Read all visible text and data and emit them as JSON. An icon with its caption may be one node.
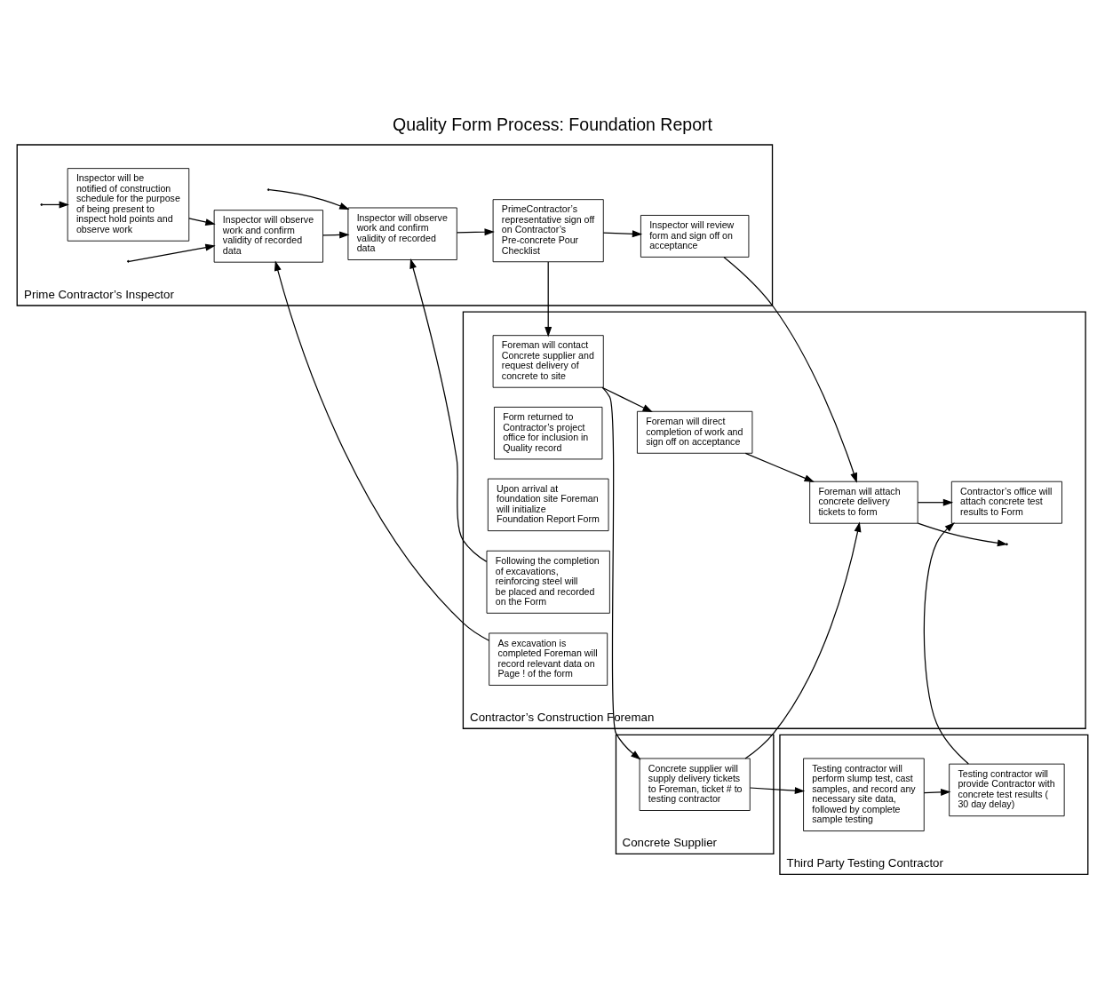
{
  "diagram": {
    "title": "Quality Form Process: Foundation Report",
    "nodes": [
      {
        "text": [
          "Third Party Testing Contractor"
        ]
      },
      {
        "text": [
          "Concrete Supplier"
        ]
      },
      {
        "text": [
          "Contractor’s Construction Foreman"
        ]
      },
      {
        "text": [
          "Prime Contractor’s Inspector"
        ]
      },
      {
        "text": [
          "Testing contractor will perform slump test, cast samples, and record any necessary site data, followed by complete sample testing"
        ],
        "in": 0
      },
      {
        "text": [
          "Testing contractor will provide Contractor with concrete test results ( 30 day delay)"
        ],
        "in": 0
      },
      {
        "text": [
          "Concrete supplier will supply delivery tickets to Foreman, ticket # to testing contractor"
        ],
        "in": 1
      },
      {
        "text": [
          "Foreman will contact Concrete supplier and request delivery of concrete to site"
        ],
        "in": 2
      },
      {
        "text": [
          "Contractor’s office will attach concrete test results to Form"
        ],
        "in": 2
      },
      {
        "text": [
          "Form returned to Contractor’s project office for inclusion in Quality record"
        ],
        "in": 2
      },
      {
        "text": [
          "Upon arrival at foundation site Foreman will initialize Foundation Report Form"
        ],
        "in": 2
      },
      {
        "text": [
          "As excavation is completed Foreman will record relevant data on Page ! of the form"
        ],
        "in": 2
      },
      {
        "text": [
          "Following the completion of excavations, reinforcing steel will be placed and recorded on the Form"
        ],
        "in": 2
      },
      {
        "text": [
          "Foreman will direct completion of work and sign off on acceptance"
        ],
        "in": 2
      },
      {
        "text": [
          "Foreman will attach concrete delivery tickets to form"
        ],
        "in": 2
      },
      {
        "text": [
          "Inspector will be notified of construction schedule for the purpose of being present to inspect hold points and observe work"
        ],
        "in": 3
      },
      {
        "text": [
          "Inspector will observe work and confirm validity of recorded data"
        ],
        "in": 3
      },
      {
        "text": [
          "Inspector will observe work and confirm validity of recorded data"
        ],
        "in": 3
      },
      {
        "text": [
          "PrimeContractor’s representative sign off on Contractor’s Pre-concrete Pour Checklist"
        ],
        "in": 3
      },
      {
        "text": [
          "Inspector will review form and sign off on acceptance"
        ],
        "in": 3
      }
    ],
    "edges": [
      {
        "from": 4,
        "to": 5,
        "arrow": "to"
      },
      {
        "from": 6,
        "to": 4,
        "arrow": "to"
      },
      {
        "from": 7,
        "to": 6,
        "arrow": "to"
      },
      {
        "from": 5,
        "to": 8,
        "arrow": "to"
      },
      {
        "from": 6,
        "to": 14,
        "arrow": "to"
      },
      {
        "from": 7,
        "to": 13,
        "arrow": "to"
      },
      {
        "from": 11,
        "to": 16,
        "arrow": "to"
      },
      {
        "from": 12,
        "to": 17,
        "arrow": "to"
      },
      {
        "from": null,
        "to": 15,
        "arrow": "to"
      },
      {
        "from": 15,
        "to": 16,
        "arrow": "to"
      },
      {
        "from": null,
        "to": 16,
        "arrow": "to"
      },
      {
        "from": 16,
        "to": 17,
        "arrow": "to"
      },
      {
        "from": null,
        "to": 17,
        "arrow": "to"
      },
      {
        "from": 17,
        "to": 18,
        "arrow": "to"
      },
      {
        "from": 18,
        "to": 19,
        "arrow": "to"
      },
      {
        "from": 18,
        "to": 7,
        "arrow": "to"
      },
      {
        "from": 13,
        "to": 14,
        "arrow": "to"
      },
      {
        "from": 19,
        "to": 14,
        "arrow": "to"
      },
      {
        "from": 14,
        "to": 8,
        "arrow": "to"
      },
      {
        "from": 14,
        "to": null,
        "arrow": "to"
      }
    ]
  }
}
